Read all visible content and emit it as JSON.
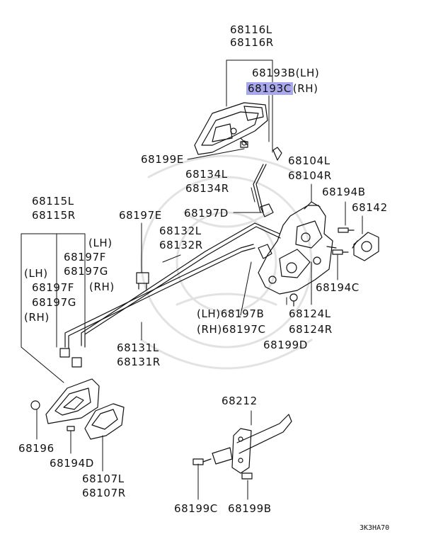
{
  "diagram": {
    "code": "3K3HA70",
    "highlight_color": "#a9a8ea",
    "parts": [
      {
        "id": "p68116L",
        "text": "68116L"
      },
      {
        "id": "p68116R",
        "text": "68116R"
      },
      {
        "id": "p68193B",
        "text": "68193B(LH)"
      },
      {
        "id": "p68193C_code",
        "text": "68193C"
      },
      {
        "id": "p68193C_side",
        "text": "(RH)"
      },
      {
        "id": "p68199E",
        "text": "68199E"
      },
      {
        "id": "p68104L",
        "text": "68104L"
      },
      {
        "id": "p68104R",
        "text": "68104R"
      },
      {
        "id": "p68134L",
        "text": "68134L"
      },
      {
        "id": "p68134R",
        "text": "68134R"
      },
      {
        "id": "p68194B",
        "text": "68194B"
      },
      {
        "id": "p68142",
        "text": "68142"
      },
      {
        "id": "p68115L",
        "text": "68115L"
      },
      {
        "id": "p68115R",
        "text": "68115R"
      },
      {
        "id": "p68197E",
        "text": "68197E"
      },
      {
        "id": "p68197D",
        "text": "68197D"
      },
      {
        "id": "pLH1",
        "text": "(LH)"
      },
      {
        "id": "p68132L",
        "text": "68132L"
      },
      {
        "id": "p68132R",
        "text": "68132R"
      },
      {
        "id": "p68197F1",
        "text": "68197F"
      },
      {
        "id": "p68197G1",
        "text": "68197G"
      },
      {
        "id": "pRH1",
        "text": "(RH)"
      },
      {
        "id": "pLH2",
        "text": "(LH)"
      },
      {
        "id": "p68197F2",
        "text": "68197F"
      },
      {
        "id": "p68197G2",
        "text": "68197G"
      },
      {
        "id": "pRH2",
        "text": "(RH)"
      },
      {
        "id": "p68194C",
        "text": "68194C"
      },
      {
        "id": "p68197B",
        "text": "(LH)68197B"
      },
      {
        "id": "p68124L",
        "text": "68124L"
      },
      {
        "id": "p68197C",
        "text": "(RH)68197C"
      },
      {
        "id": "p68124R",
        "text": "68124R"
      },
      {
        "id": "p68199D",
        "text": "68199D"
      },
      {
        "id": "p68131L",
        "text": "68131L"
      },
      {
        "id": "p68131R",
        "text": "68131R"
      },
      {
        "id": "p68212",
        "text": "68212"
      },
      {
        "id": "p68196",
        "text": "68196"
      },
      {
        "id": "p68194D",
        "text": "68194D"
      },
      {
        "id": "p68107L",
        "text": "68107L"
      },
      {
        "id": "p68107R",
        "text": "68107R"
      },
      {
        "id": "p68199C",
        "text": "68199C"
      },
      {
        "id": "p68199B",
        "text": "68199B"
      }
    ]
  }
}
